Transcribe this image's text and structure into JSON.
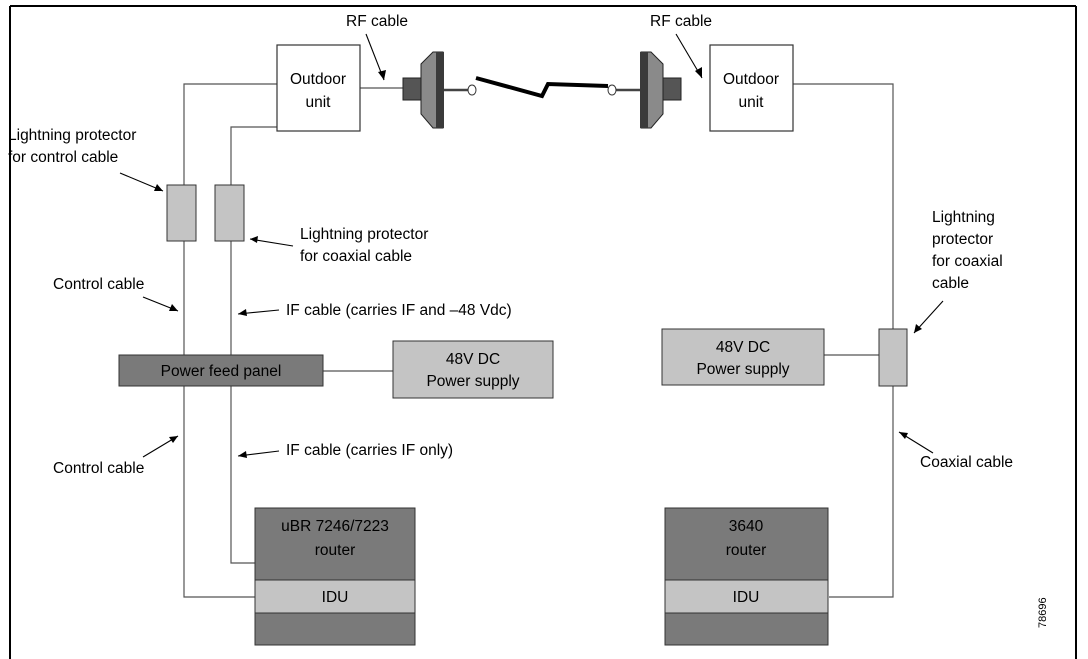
{
  "labels": {
    "rf_cable_left": "RF cable",
    "rf_cable_right": "RF cable",
    "outdoor_unit_left": [
      "Outdoor",
      "unit"
    ],
    "outdoor_unit_right": [
      "Outdoor",
      "unit"
    ],
    "lightning_control": [
      "Lightning protector",
      "for control cable"
    ],
    "lightning_coax_left": [
      "Lightning protector",
      "for coaxial cable"
    ],
    "lightning_coax_right": [
      "Lightning",
      "protector",
      "for coaxial",
      "cable"
    ],
    "control_cable_upper": "Control cable",
    "control_cable_lower": "Control cable",
    "if_cable_upper": "IF cable (carries IF and –48 Vdc)",
    "if_cable_lower": "IF cable (carries IF only)",
    "power_feed_panel": "Power feed panel",
    "power_supply_left": [
      "48V DC",
      "Power supply"
    ],
    "power_supply_right": [
      "48V DC",
      "Power supply"
    ],
    "coaxial_cable": "Coaxial cable",
    "router_left": [
      "uBR 7246/7223",
      "router"
    ],
    "router_right": [
      "3640",
      "router"
    ],
    "idu_left": "IDU",
    "idu_right": "IDU",
    "figure_number": "78696"
  },
  "colors": {
    "dark_box": "#7a7a7a",
    "light_box": "#c4c4c4",
    "outline": "#333333",
    "wire": "#555555"
  }
}
